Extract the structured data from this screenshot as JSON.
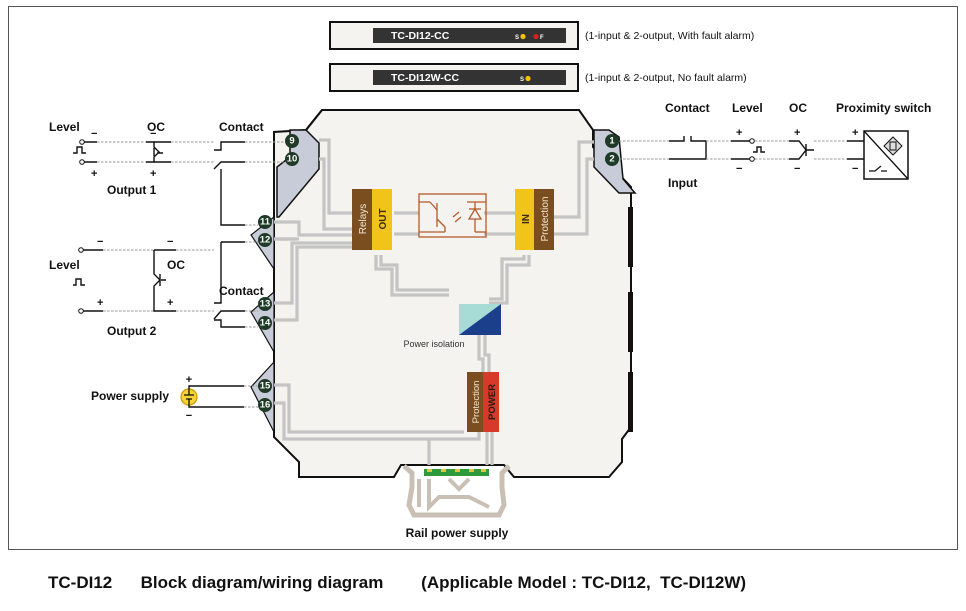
{
  "models": [
    {
      "name": "TC-DI12-CC",
      "leds": [
        "S",
        "F"
      ],
      "led_colors": [
        "#f2c200",
        "#d42020"
      ],
      "description": "(1-input & 2-output, With fault alarm)"
    },
    {
      "name": "TC-DI12W-CC",
      "leds": [
        "S"
      ],
      "led_colors": [
        "#f2c200"
      ],
      "description": "(1-input & 2-output, No fault alarm)"
    }
  ],
  "output1": {
    "title": "Output 1",
    "labels": {
      "level": "Level",
      "oc": "OC",
      "contact": "Contact"
    },
    "terminals": [
      "9",
      "10",
      "11"
    ]
  },
  "output2": {
    "title": "Output 2",
    "labels": {
      "level": "Level",
      "oc": "OC",
      "contact": "Contact"
    },
    "terminals": [
      "12",
      "13",
      "14"
    ]
  },
  "power": {
    "title": "Power supply",
    "terminals": [
      "15",
      "16"
    ],
    "plus": "+",
    "minus": "−"
  },
  "input": {
    "title": "Input",
    "labels": {
      "contact": "Contact",
      "level": "Level",
      "oc": "OC",
      "proximity": "Proximity switch"
    },
    "terminals": [
      "1",
      "2"
    ]
  },
  "blocks": {
    "relays": "Relays",
    "out": "OUT",
    "in": "IN",
    "protection_in": "Protection",
    "power_isolation": "Power isolation",
    "protection_power": "Protection",
    "power": "POWER"
  },
  "rail": {
    "title": "Rail power supply"
  },
  "caption": {
    "model": "TC-DI12",
    "title": "Block diagram/wiring diagram",
    "applicable": "(Applicable Model : TC-DI12,  TC-DI12W)"
  },
  "colors": {
    "brown": "#7a4e1e",
    "yellow": "#f0c419",
    "red": "#d63a2a",
    "terminal": "#1f3a26",
    "teal": "#a7dcd6",
    "navy": "#1c3f8c",
    "opto": "#b55a2a",
    "rail_green": "#2f9a3c"
  }
}
